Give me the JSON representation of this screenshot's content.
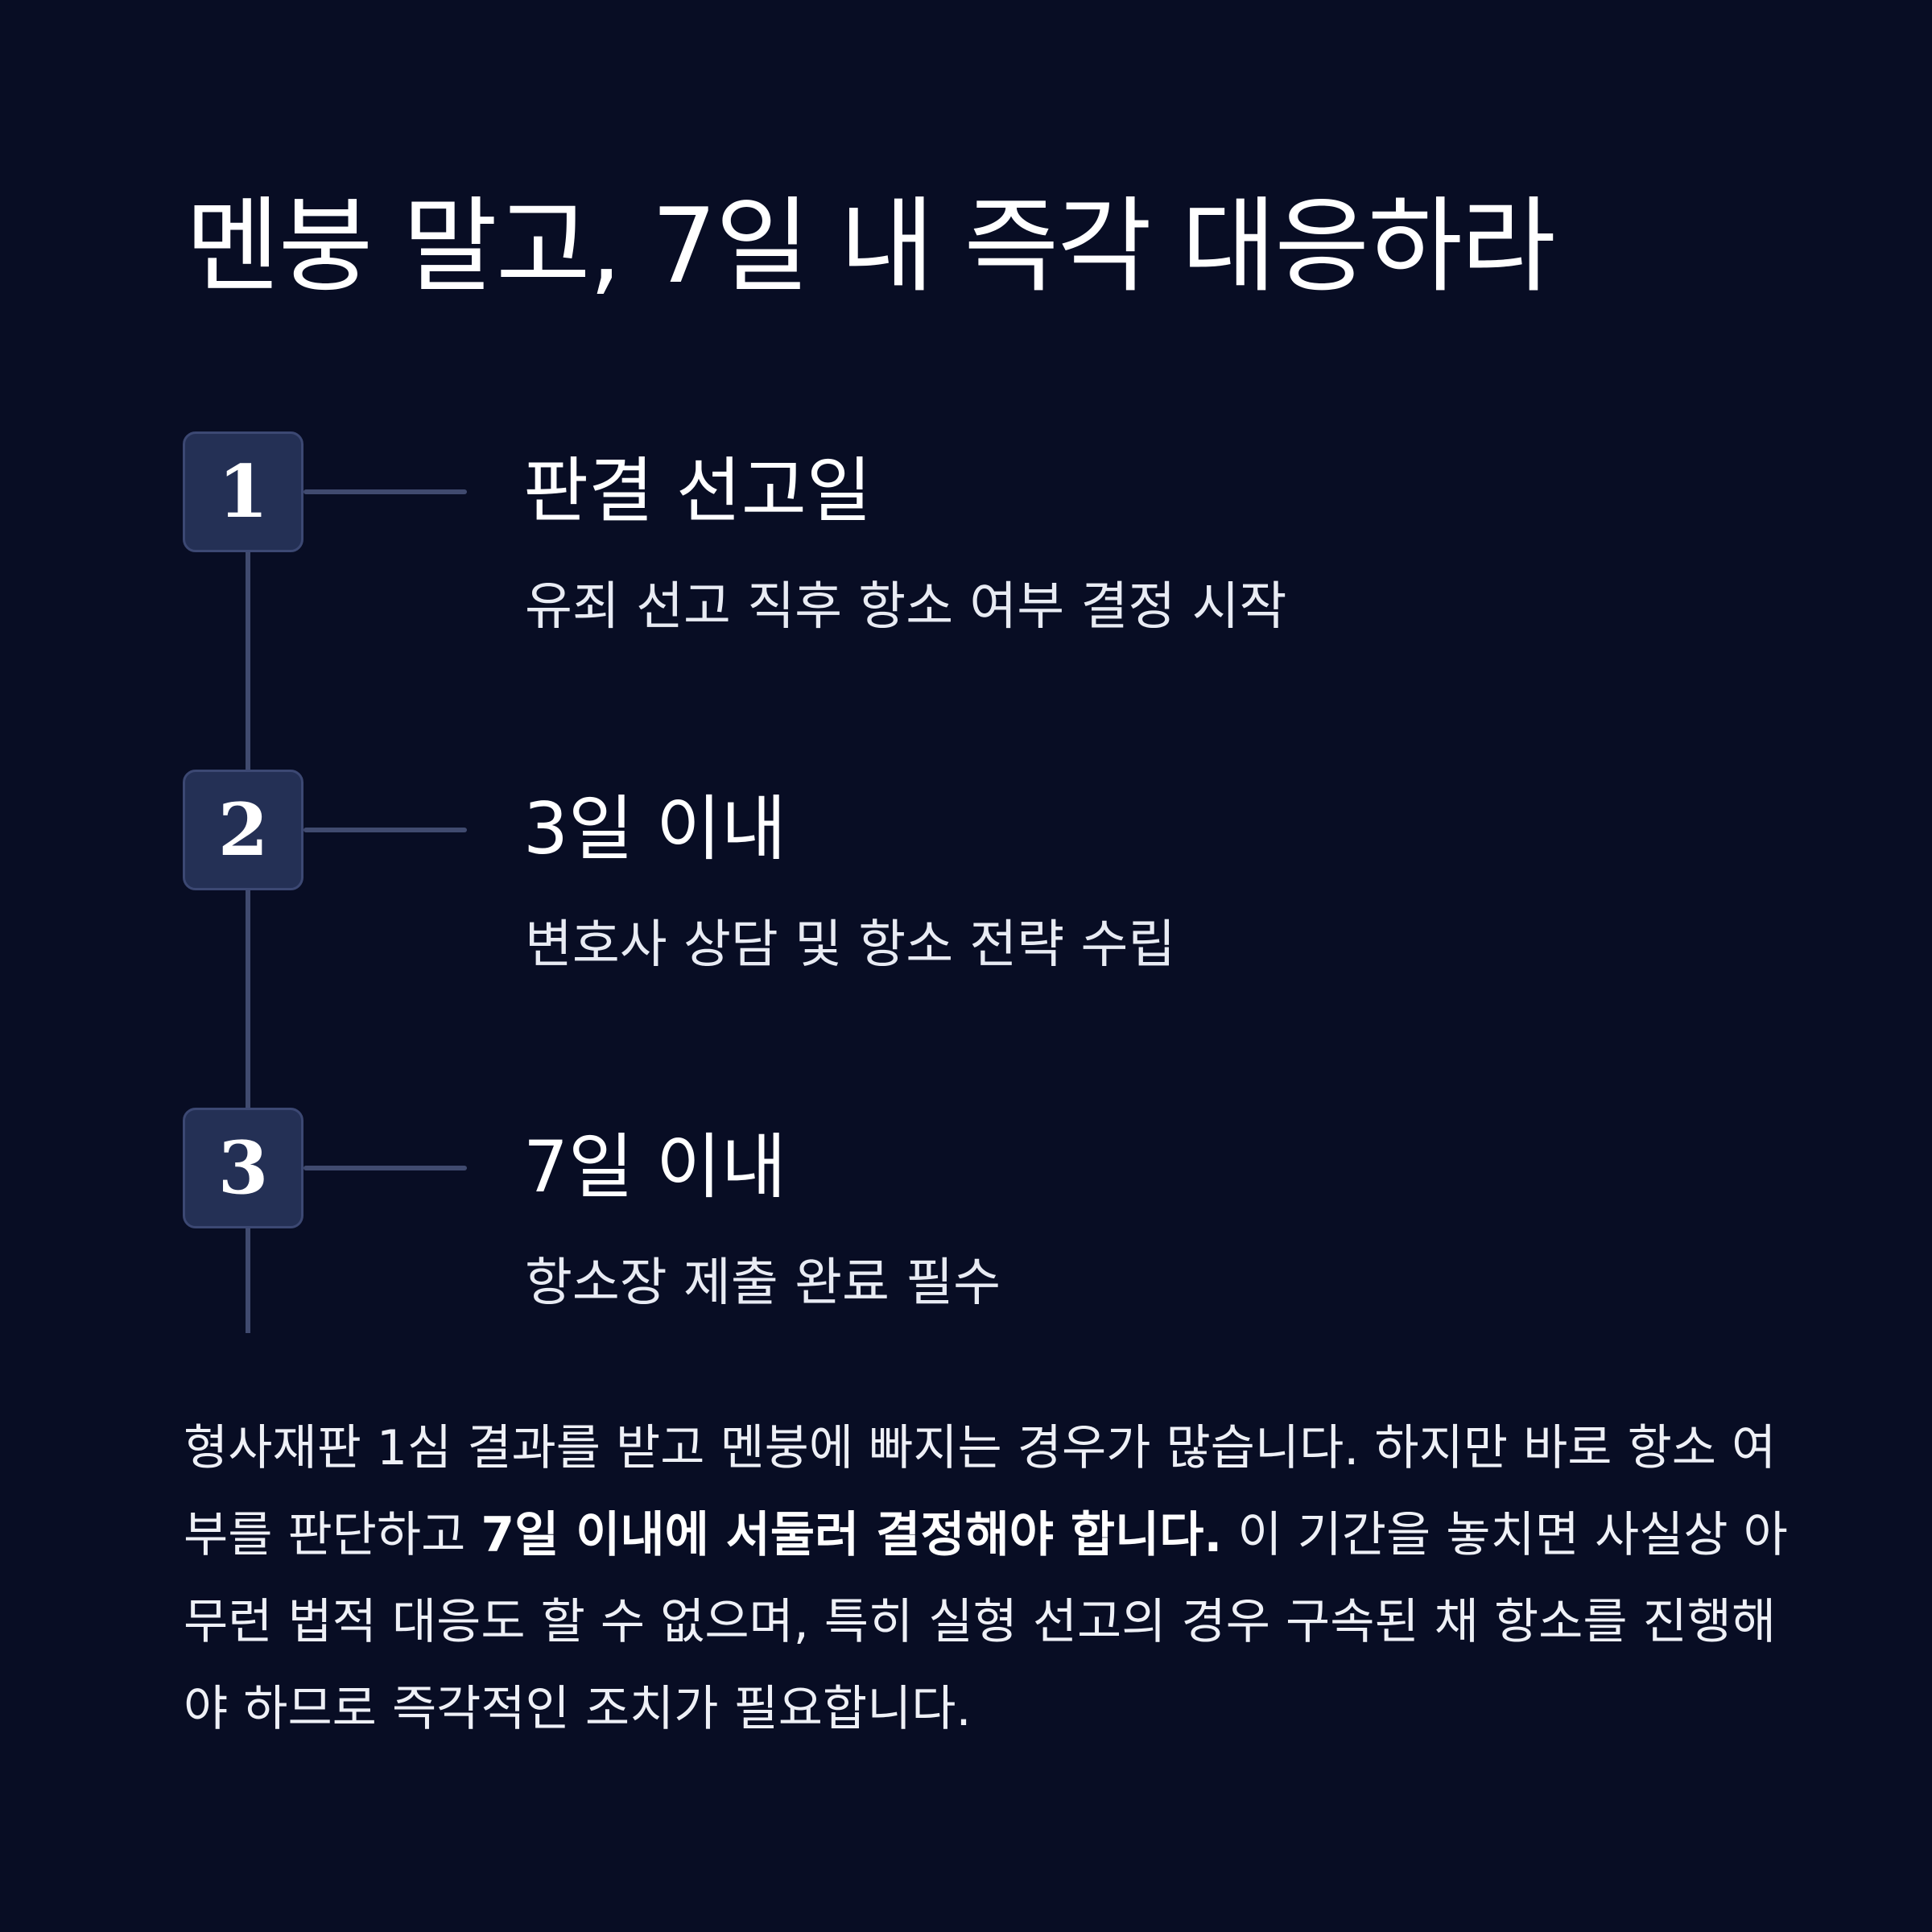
{
  "title": "멘붕 말고, 7일 내 즉각 대응하라",
  "steps": [
    {
      "number": "1",
      "title": "판결 선고일",
      "description": "유죄 선고 직후 항소 여부 결정 시작"
    },
    {
      "number": "2",
      "title": "3일 이내",
      "description": "변호사 상담 및 항소 전략 수립"
    },
    {
      "number": "3",
      "title": "7일 이내",
      "description": "항소장 제출 완료 필수"
    }
  ],
  "body": {
    "part1": "형사재판 1심 결과를 받고 멘붕에 빠지는 경우가 많습니다. 하지만 바로 항소 여부를 판단하고 ",
    "emphasis": "7일 이내에 서둘러 결정해야 합니다.",
    "part2": " 이 기간을 놓치면 사실상 아무런 법적 대응도 할 수 없으며, 특히 실형 선고의 경우 구속된 채 항소를 진행해야 하므로 즉각적인 조치가 필요합니다."
  },
  "colors": {
    "background": "#080d24",
    "step_box": "#243055",
    "line": "#404a6f"
  }
}
